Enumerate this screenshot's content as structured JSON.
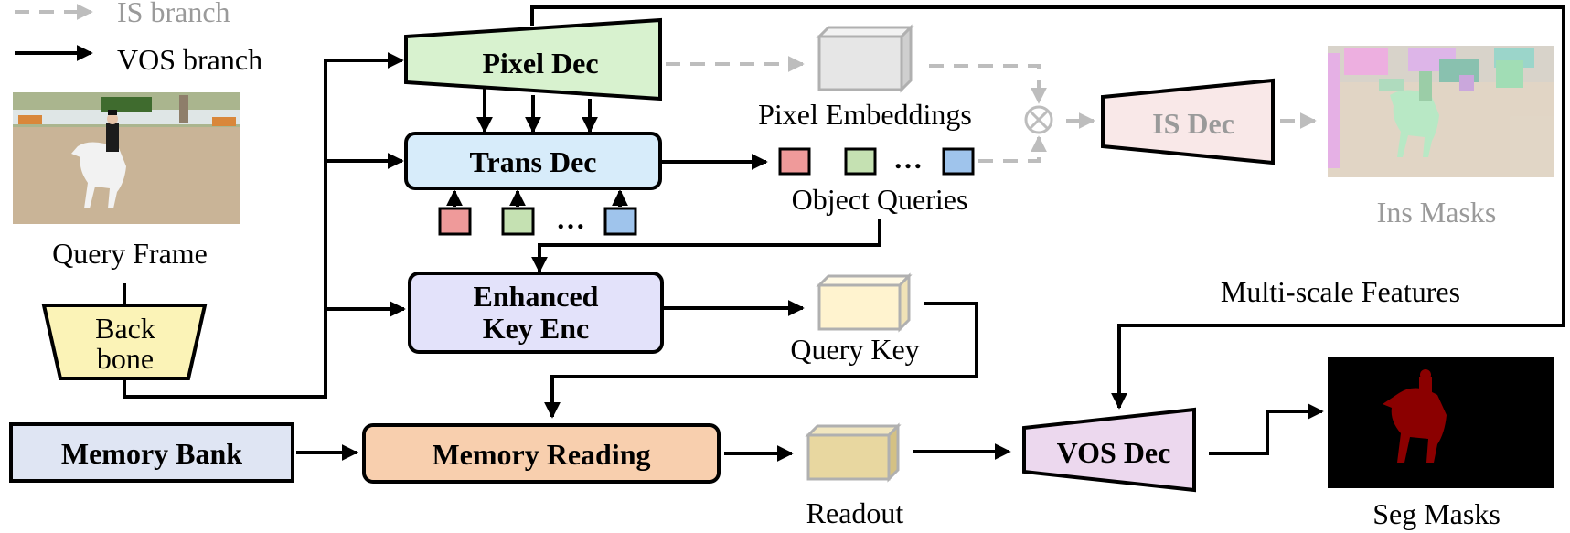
{
  "legend": {
    "is_branch": "IS branch",
    "vos_branch": "VOS branch"
  },
  "labels": {
    "query_frame": "Query Frame",
    "backbone_line1": "Back",
    "backbone_line2": "bone",
    "pixel_dec": "Pixel Dec",
    "trans_dec": "Trans Dec",
    "enhanced_line1": "Enhanced",
    "enhanced_line2": "Key Enc",
    "memory_bank": "Memory Bank",
    "memory_reading": "Memory Reading",
    "pixel_embeddings": "Pixel Embeddings",
    "object_queries": "Object Queries",
    "ellipsis": "…",
    "query_key": "Query Key",
    "readout": "Readout",
    "is_dec": "IS Dec",
    "vos_dec": "VOS Dec",
    "ins_masks": "Ins Masks",
    "seg_masks": "Seg Masks",
    "multi_scale": "Multi-scale Features",
    "multiply_symbol": "⊗"
  },
  "colors": {
    "pixel_dec": "#d8f2cf",
    "trans_dec": "#d7ecfa",
    "enhanced_key_enc": "#e3e2fa",
    "memory_bank": "#dfe5f3",
    "memory_reading": "#f8cfae",
    "is_dec": "#f9e8e8",
    "vos_dec": "#ecd8ee",
    "backbone": "#fbf3b7",
    "query_red": "#ef9a9a",
    "query_green": "#c5e1b2",
    "query_blue": "#9fc4ec",
    "query_key_cube": "#fff3cf",
    "readout_cube": "#e8d7a0",
    "pixel_emb_cube": "#e6e6e6",
    "arena": "#c9b497",
    "mask_red": "#8b0000"
  }
}
